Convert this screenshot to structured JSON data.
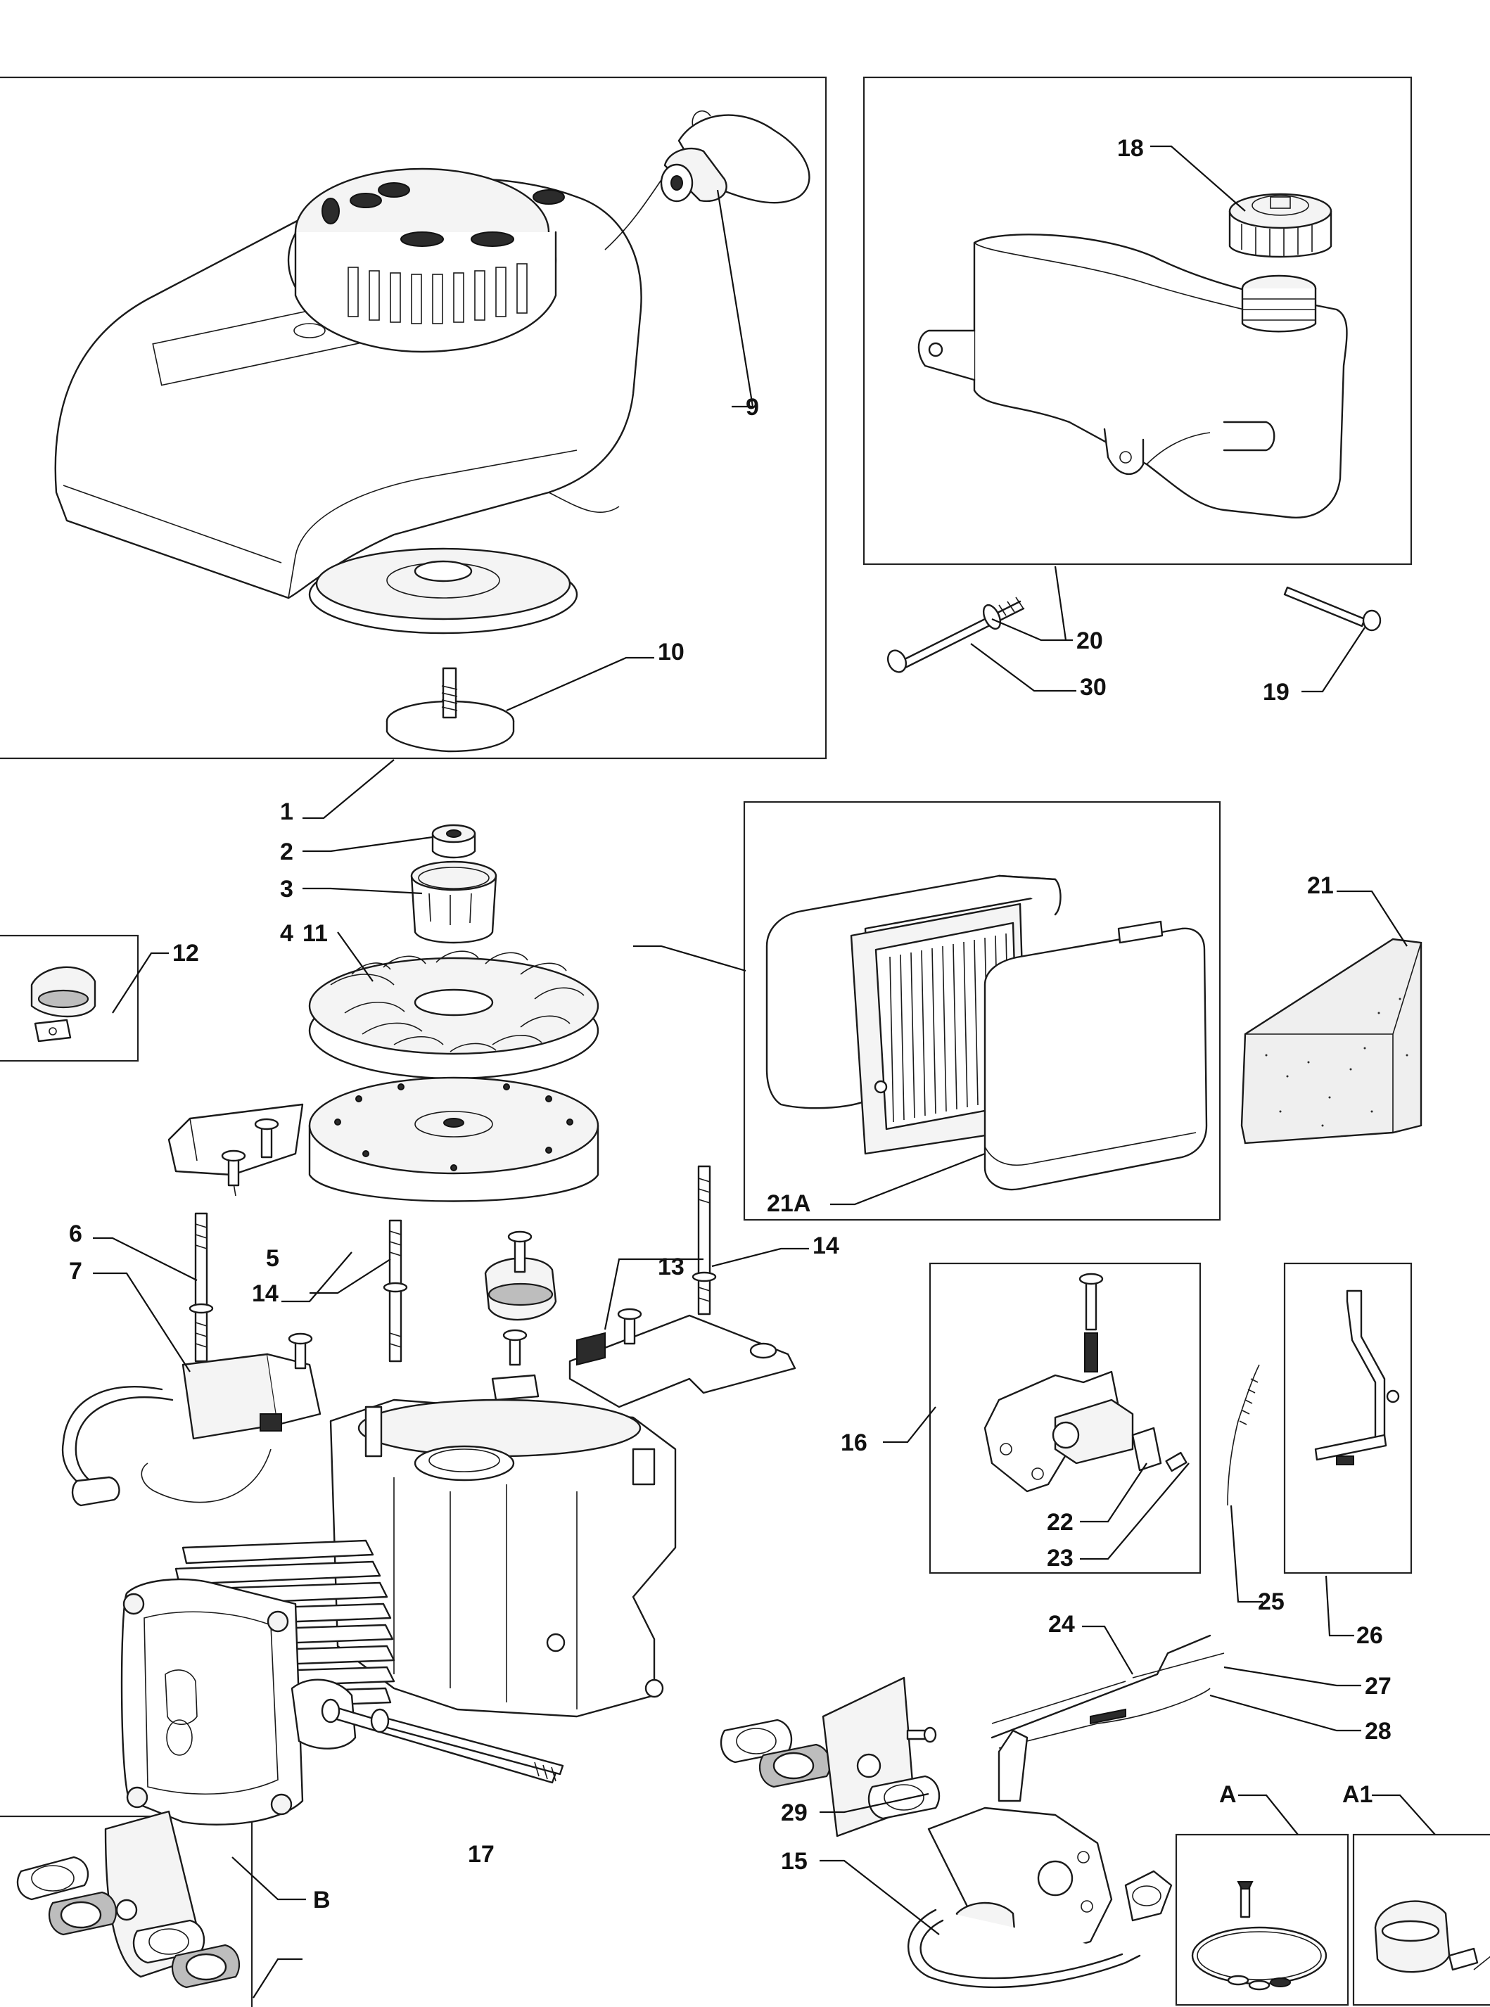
{
  "callouts": {
    "c1": "1",
    "c2": "2",
    "c3": "3",
    "c4": "4",
    "c5": "5",
    "c6": "6",
    "c7": "7",
    "c9": "9",
    "c10": "10",
    "c11": "11",
    "c12": "12",
    "c13": "13",
    "c14a": "14",
    "c14b": "14",
    "c15": "15",
    "c16": "16",
    "c17": "17",
    "c18": "18",
    "c19": "19",
    "c20": "20",
    "c21": "21",
    "c21a": "21A",
    "c22": "22",
    "c23": "23",
    "c24": "24",
    "c25": "25",
    "c26": "26",
    "c27": "27",
    "c28": "28",
    "c29": "29",
    "c30": "30",
    "cA": "A",
    "cA1": "A1",
    "cB": "B"
  },
  "colors": {
    "line": "#1a1a1a",
    "background": "#ffffff",
    "fill_light": "#f4f4f4"
  }
}
